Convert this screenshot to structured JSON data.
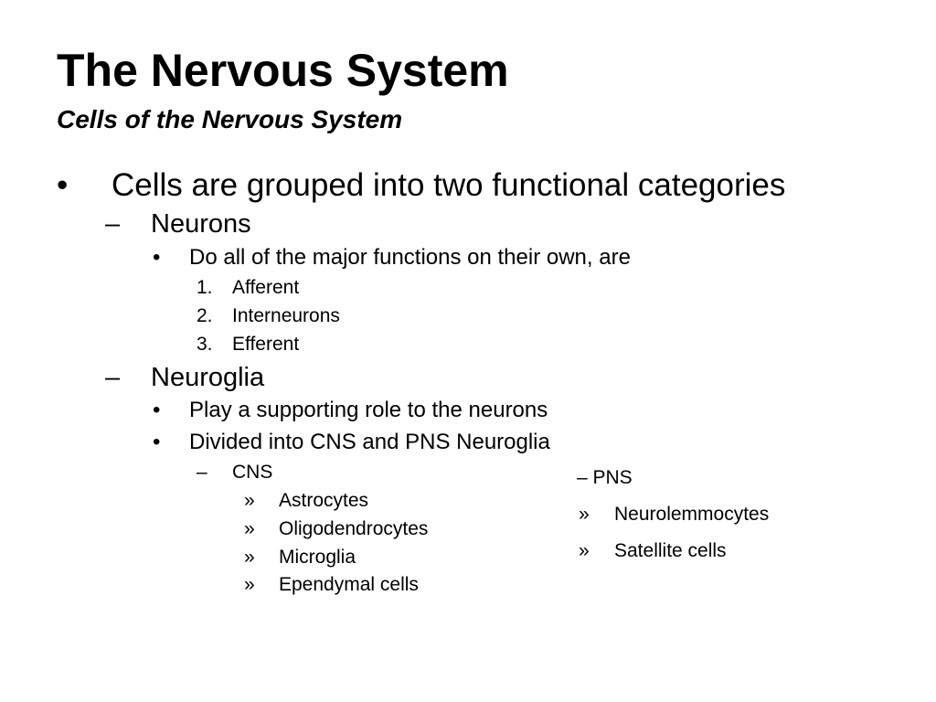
{
  "slide": {
    "title": "The Nervous System",
    "subtitle": "Cells of the Nervous System",
    "bullet_main": {
      "marker": "•",
      "text": "Cells are grouped into two functional categories"
    },
    "neurons": {
      "marker": "–",
      "label": "Neurons",
      "sub_marker": "•",
      "sub_text": "Do all of the major functions on their own, are",
      "types": [
        {
          "num": "1.",
          "text": "Afferent"
        },
        {
          "num": "2.",
          "text": "Interneurons"
        },
        {
          "num": "3.",
          "text": "Efferent"
        }
      ]
    },
    "neuroglia": {
      "marker": "–",
      "label": "Neuroglia",
      "points": [
        {
          "marker": "•",
          "text": "Play a supporting role to the neurons"
        },
        {
          "marker": "•",
          "text": "Divided into CNS and PNS Neuroglia"
        }
      ],
      "cns": {
        "marker": "–",
        "label": "CNS",
        "items": [
          {
            "marker": "»",
            "text": "Astrocytes"
          },
          {
            "marker": "»",
            "text": "Oligodendrocytes"
          },
          {
            "marker": "»",
            "text": "Microglia"
          },
          {
            "marker": "»",
            "text": "Ependymal cells"
          }
        ]
      },
      "pns": {
        "label": "– PNS",
        "items": [
          {
            "marker": "»",
            "text": "Neurolemmocytes"
          },
          {
            "marker": "»",
            "text": "Satellite cells"
          }
        ]
      }
    }
  }
}
